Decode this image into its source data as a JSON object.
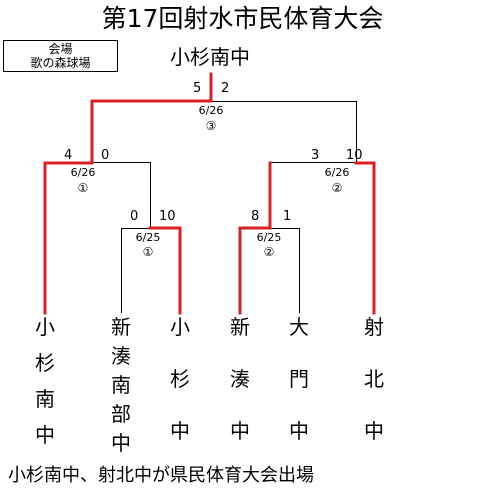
{
  "title": "第17回射水市民体育大会",
  "venue": {
    "label": "会場",
    "name": "歌の森球場"
  },
  "champion": "小杉南中",
  "colors": {
    "winner_line": "#d82020",
    "line": "#000000"
  },
  "final": {
    "left_score": "5",
    "right_score": "2",
    "date": "6/26",
    "number": "③"
  },
  "semifinal_left": {
    "left_score": "4",
    "right_score": "0",
    "date": "6/26",
    "number": "①"
  },
  "semifinal_right": {
    "left_score": "3",
    "right_score": "10",
    "date": "6/26",
    "number": "②"
  },
  "first_left": {
    "left_score": "0",
    "right_score": "10",
    "date": "6/25",
    "number": "①"
  },
  "first_right": {
    "left_score": "8",
    "right_score": "1",
    "date": "6/25",
    "number": "②"
  },
  "teams": [
    {
      "chars": [
        "小",
        "杉",
        "南",
        "中"
      ]
    },
    {
      "chars": [
        "新",
        "湊",
        "南",
        "部",
        "中"
      ]
    },
    {
      "chars": [
        "小",
        "杉",
        "中"
      ]
    },
    {
      "chars": [
        "新",
        "湊",
        "中"
      ]
    },
    {
      "chars": [
        "大",
        "門",
        "中"
      ]
    },
    {
      "chars": [
        "射",
        "北",
        "中"
      ]
    }
  ],
  "result": "小杉南中、射北中が県民体育大会出場"
}
